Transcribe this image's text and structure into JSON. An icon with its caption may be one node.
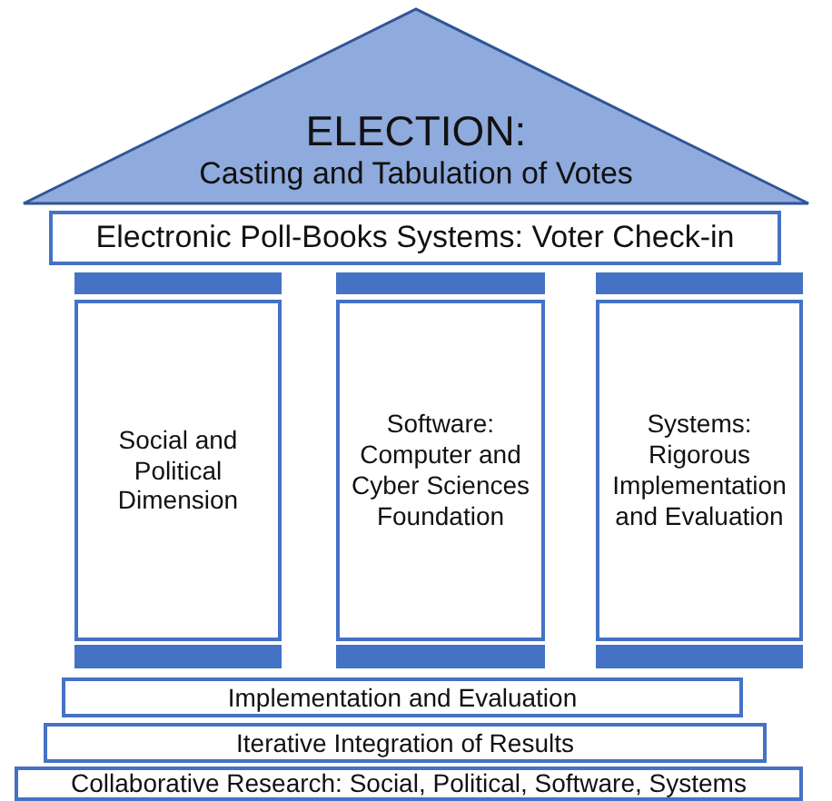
{
  "diagram": {
    "nodes": [
      {
        "text": [
          "ELECTION:",
          "Casting and Tabulation of Votes"
        ]
      },
      {
        "text": [
          "Electronic Poll-Books Systems: Voter Check-in"
        ]
      },
      {
        "text": [
          "Social and Political Dimension"
        ]
      },
      {
        "text": [
          "Software: Computer and Cyber Sciences Foundation"
        ]
      },
      {
        "text": [
          "Systems: Rigorous Implementation and Evaluation"
        ]
      },
      {
        "text": [
          "Implementation and Evaluation"
        ]
      },
      {
        "text": [
          "Iterative Integration of Results"
        ]
      },
      {
        "text": [
          "Collaborative Research: Social, Political, Software, Systems"
        ]
      }
    ]
  }
}
